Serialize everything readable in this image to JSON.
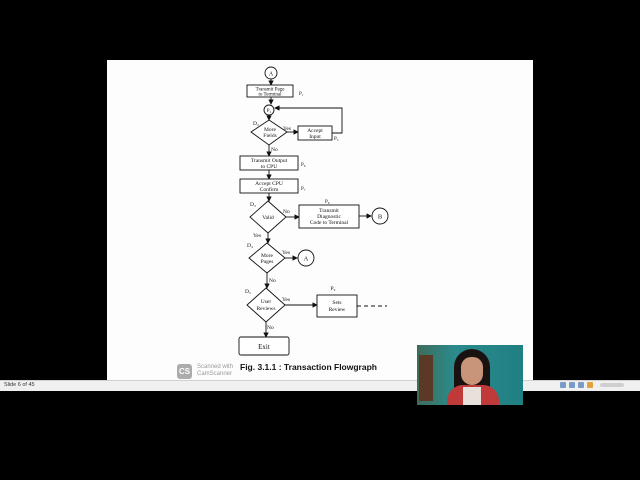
{
  "flowchart": {
    "connector_a": "A",
    "connector_b": "B",
    "nodes": {
      "transmit_page": {
        "lines": [
          "Transmit Page",
          "to Terminal"
        ],
        "label": "P₁"
      },
      "loop_node": {
        "label": "P₂"
      },
      "more_fields": {
        "lines": [
          "More",
          "Fields"
        ],
        "id": "D₂"
      },
      "accept_input": {
        "lines": [
          "Accept",
          "Input"
        ],
        "label": "P₃"
      },
      "transmit_output": {
        "lines": [
          "Transmit Output",
          "to CPU"
        ],
        "label": "P₆"
      },
      "accept_cpu": {
        "lines": [
          "Accept CPU",
          "Confirm"
        ],
        "label": "P₇"
      },
      "valid": {
        "lines": [
          "Valid"
        ],
        "id": "D₃"
      },
      "transmit_diagnostic": {
        "lines": [
          "Transmit",
          "Diagnostic",
          "Code to Terminal"
        ],
        "label": "P₈"
      },
      "more_pages": {
        "lines": [
          "More",
          "Pages"
        ],
        "id": "D₄"
      },
      "user_reviews": {
        "lines": [
          "User",
          "Reviews"
        ],
        "id": "D₅"
      },
      "sets_review": {
        "lines": [
          "Sets",
          "Review"
        ],
        "label": "P₉"
      },
      "exit": {
        "lines": [
          "Exit"
        ]
      }
    },
    "edge_labels": {
      "fields_yes": "Yes",
      "fields_no": "No",
      "valid_no": "No",
      "valid_yes": "Yes",
      "pages_yes": "Yes",
      "pages_no": "No",
      "reviews_yes": "Yes",
      "reviews_no": "No"
    },
    "caption": "Fig. 3.1.1 : Transaction Flowgraph"
  },
  "scanner": {
    "logo": "CS",
    "line1": "Scanned with",
    "line2": "CamScanner"
  },
  "statusbar": {
    "slide_count": "Slide 6 of 45"
  },
  "colors": {
    "slide_bg": "#fdfdfd",
    "background": "#000000",
    "ink": "#111111",
    "webcam_shirt": "#c03a3a"
  }
}
